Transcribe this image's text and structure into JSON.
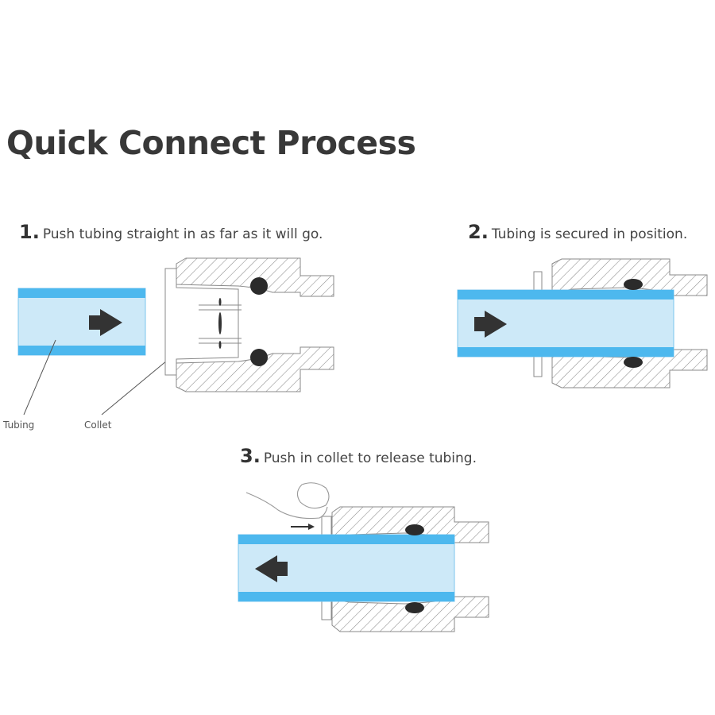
{
  "title": "Quick Connect Process",
  "steps": [
    {
      "number": "1.",
      "text": "Push tubing straight in as far as it will go."
    },
    {
      "number": "2.",
      "text": "Tubing is secured in position."
    },
    {
      "number": "3.",
      "text": "Push in collet to release tubing."
    }
  ],
  "labels": {
    "tubing": "Tubing",
    "collet": "Collet"
  },
  "colors": {
    "tube_wall": "#4db8ee",
    "tube_inner": "#cde9f8",
    "arrow": "#333333",
    "oring": "#2b2b2b",
    "hatch": "#8a8a8a"
  }
}
